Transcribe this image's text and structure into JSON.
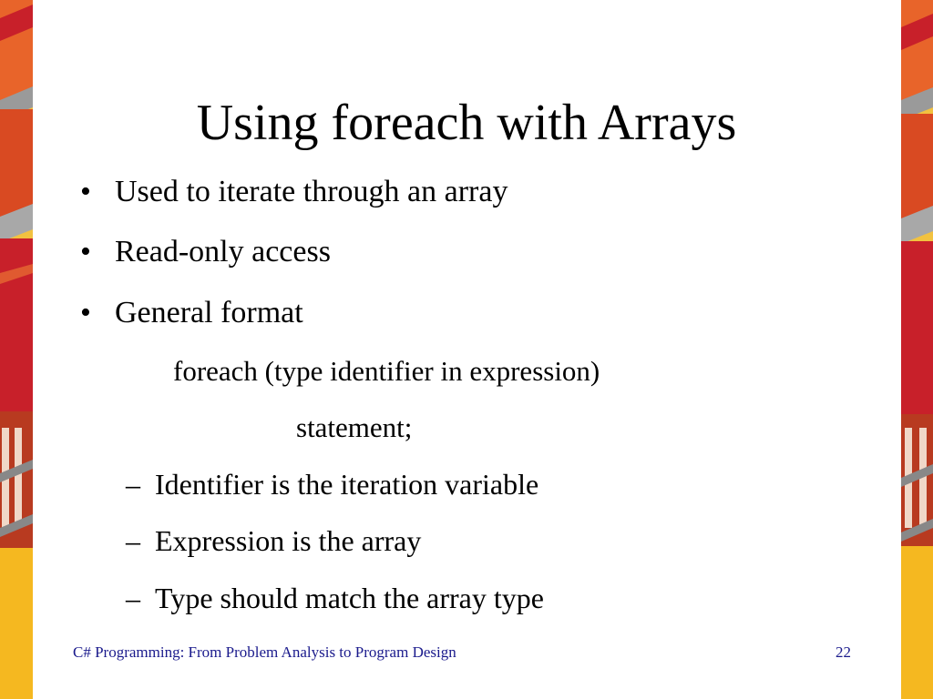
{
  "slide": {
    "title": "Using foreach with Arrays",
    "bullets": [
      {
        "marker": "•",
        "text": "Used to iterate through an array"
      },
      {
        "marker": "•",
        "text": "Read-only access"
      },
      {
        "marker": "•",
        "text": "General format"
      }
    ],
    "code_lines": [
      "foreach (type identifier in expression)",
      "statement;"
    ],
    "sub_bullets": [
      {
        "marker": "–",
        "text": "Identifier is the iteration variable"
      },
      {
        "marker": "–",
        "text": "Expression is the array"
      },
      {
        "marker": "–",
        "text": "Type should match the array type"
      }
    ],
    "footer_text": "C# Programming: From Problem Analysis to Program Design",
    "page_number": "22"
  },
  "colors": {
    "background": "#ffffff",
    "text": "#000000",
    "footer_text": "#1a1a8c",
    "decor_orange": "#e8642a",
    "decor_red": "#c8202a",
    "decor_yellow": "#f5b820",
    "decor_grey": "#9a9a9a"
  },
  "decor": [
    "building-photo-left-strip",
    "building-photo-right-strip"
  ]
}
